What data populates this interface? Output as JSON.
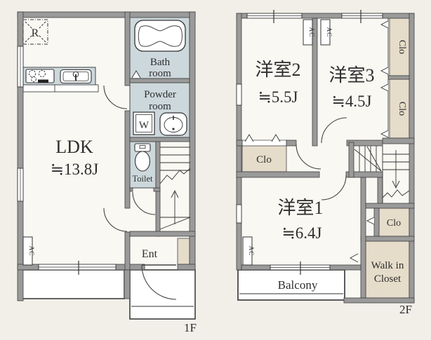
{
  "colors": {
    "background": "#f2efe9",
    "room_fill": "#faf8f3",
    "wet_area_fill": "#cdd8dc",
    "closet_fill": "#e6dcca",
    "wall_fill": "#9a9a9a",
    "line": "#333333",
    "text": "#2e2e2e",
    "outdoor_fill": "#ffffff"
  },
  "floor1": {
    "floor_label": "1F",
    "ldk": {
      "name": "LDK",
      "size": "≒13.8J"
    },
    "bath_room": {
      "line1": "Bath",
      "line2": "room"
    },
    "powder_room": {
      "line1": "Powder",
      "line2": "room"
    },
    "toilet": {
      "label": "Toilet"
    },
    "entrance": {
      "label": "Ent"
    },
    "refrigerator_symbol": "R",
    "washing_machine_symbol": "W",
    "ac_label": "AC"
  },
  "floor2": {
    "floor_label": "2F",
    "room2": {
      "name": "洋室2",
      "size": "≒5.5J"
    },
    "room3": {
      "name": "洋室3",
      "size": "≒4.5J"
    },
    "room1": {
      "name": "洋室1",
      "size": "≒6.4J"
    },
    "closet_right_top": {
      "label": "Clo"
    },
    "closet_right_middle": {
      "label": "Clo"
    },
    "closet_room2": {
      "label": "Clo"
    },
    "closet_stairs": {
      "label": "Clo"
    },
    "walk_in_closet": {
      "line1": "Walk in",
      "line2": "Closet"
    },
    "balcony": {
      "label": "Balcony"
    },
    "ac_label": "AC"
  }
}
